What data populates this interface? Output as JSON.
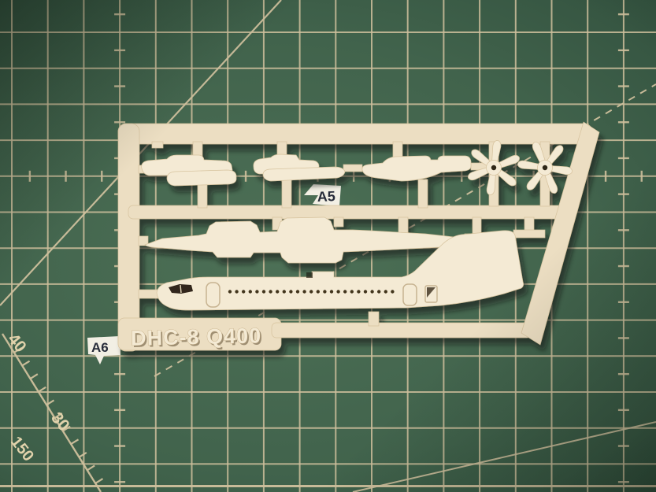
{
  "mat": {
    "colors": {
      "grid": "#cfc09d",
      "marking": "#e0d2ab",
      "flag_bg": "#f2efe4",
      "flag_text": "#272c3a"
    },
    "flags": {
      "a5": "A5",
      "a6": "A6"
    },
    "ruler_labels": {
      "forty": "40",
      "thirty": "30",
      "one_fifty": "150"
    }
  },
  "sprue": {
    "embossed_label": "DHC-8 Q400",
    "colors": {
      "plastic": "#ecdec2",
      "plastic_hi": "#f4ead4",
      "plastic_edge": "#d6c29d",
      "emboss_stroke": "#c2ab83",
      "dark_detail": "#43351f"
    },
    "part_names": [
      "engine-nacelle-pair-left",
      "engine-nacelle-pair-middle",
      "engine-nacelle-right",
      "propeller-left",
      "propeller-right",
      "wing",
      "fuselage-with-tail"
    ]
  }
}
